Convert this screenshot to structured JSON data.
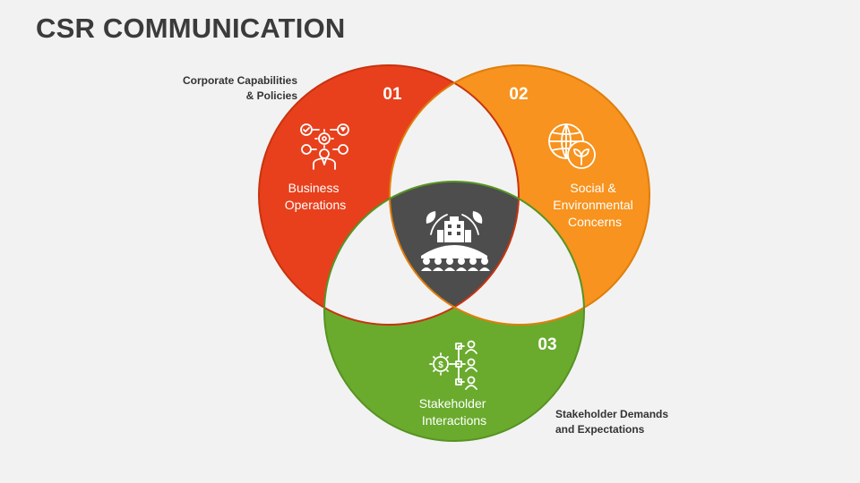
{
  "title": "CSR COMMUNICATION",
  "captions": {
    "top_left": [
      "Corporate Capabilities",
      "& Policies"
    ],
    "bottom_right": [
      "Stakeholder Demands",
      "and Expectations"
    ]
  },
  "circles": [
    {
      "number": "01",
      "label": [
        "Business",
        "Operations"
      ],
      "color": "#e8401c",
      "icon": "business-operations-icon"
    },
    {
      "number": "02",
      "label": [
        "Social &",
        "Environmental",
        "Concerns"
      ],
      "color": "#f7931e",
      "icon": "globe-leaf-icon"
    },
    {
      "number": "03",
      "label": [
        "Stakeholder",
        "Interactions"
      ],
      "color": "#6aab2e",
      "icon": "stakeholder-network-icon"
    }
  ],
  "center": {
    "color": "#4d4d4d",
    "icon": "csr-community-icon"
  }
}
